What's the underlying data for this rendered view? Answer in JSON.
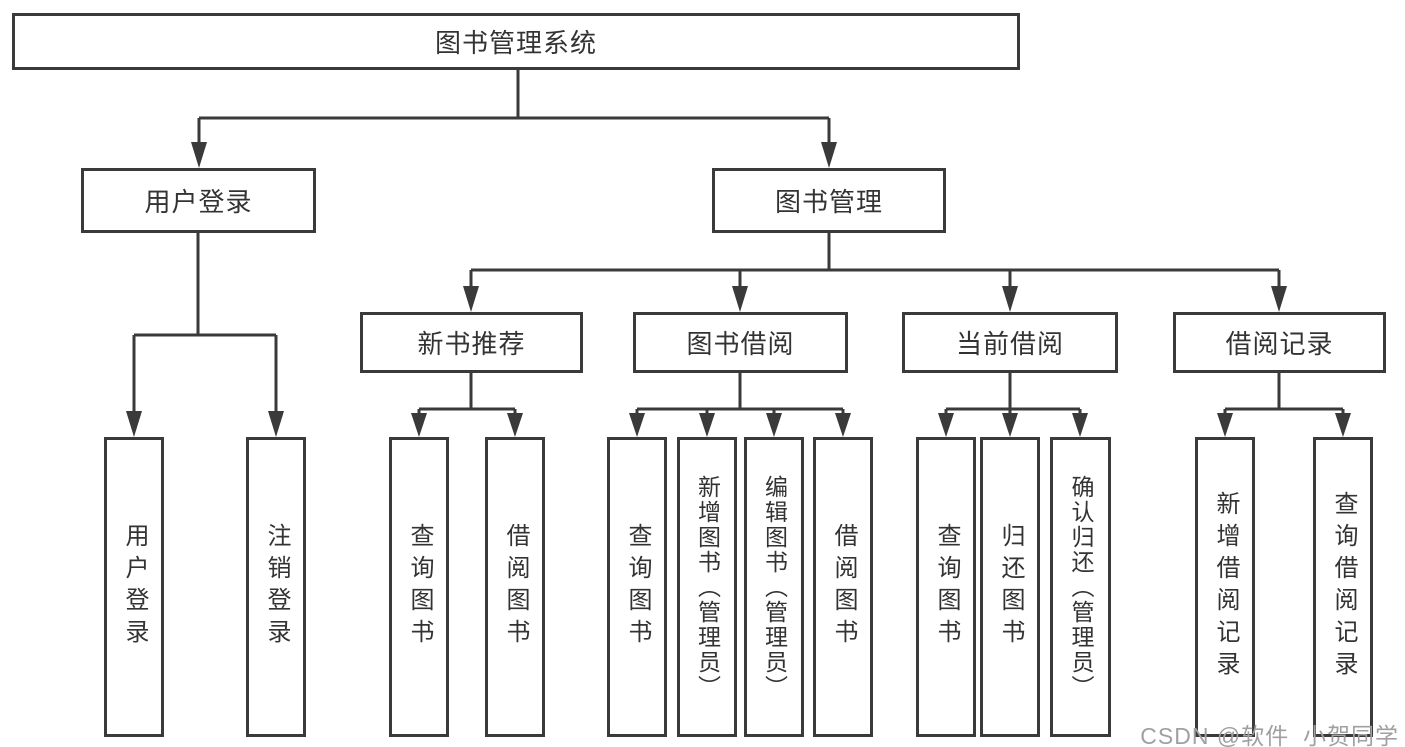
{
  "diagram": {
    "title": {
      "label": "图书管理系统"
    },
    "level2": {
      "user_login": {
        "label": "用户登录"
      },
      "book_management": {
        "label": "图书管理"
      }
    },
    "level3": {
      "new_book_recommend": {
        "label": "新书推荐"
      },
      "book_borrow": {
        "label": "图书借阅"
      },
      "current_borrow": {
        "label": "当前借阅"
      },
      "borrow_records": {
        "label": "借阅记录"
      }
    },
    "leaves": {
      "user_login": [
        "用户登录",
        "注销登录"
      ],
      "new_book_recommend": [
        "查询图书",
        "借阅图书"
      ],
      "book_borrow": [
        "查询图书",
        "新增图书（管理员）",
        "编辑图书（管理员）",
        "借阅图书"
      ],
      "current_borrow": [
        "查询图书",
        "归还图书",
        "确认归还（管理员）"
      ],
      "borrow_records": [
        "新增借阅记录",
        "查询借阅记录"
      ]
    },
    "watermark": "CSDN @软件_小贺同学",
    "colors": {
      "line": "#3a3a3a",
      "text": "#333333",
      "watermark": "#a0a0a0",
      "background": "#ffffff"
    }
  }
}
